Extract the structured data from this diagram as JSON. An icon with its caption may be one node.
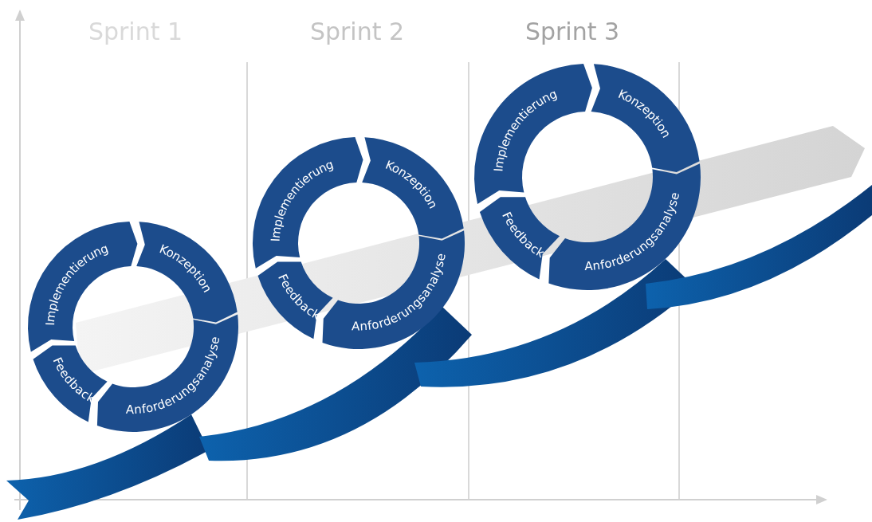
{
  "diagram": {
    "nodes": [
      {
        "text": [
          "Implementierung"
        ]
      },
      {
        "text": [
          "Konzeption"
        ]
      },
      {
        "text": [
          "Feedback"
        ]
      },
      {
        "text": [
          "Anforderungsanalyse"
        ]
      },
      {
        "text": [
          "Implementierung"
        ]
      },
      {
        "text": [
          "Konzeption"
        ]
      },
      {
        "text": [
          "Feedback"
        ]
      },
      {
        "text": [
          "Anforderungsanalyse"
        ]
      },
      {
        "text": [
          "Implementierung"
        ]
      },
      {
        "text": [
          "Konzeption"
        ]
      },
      {
        "text": [
          "Feedback"
        ]
      },
      {
        "text": [
          "Anforderungsanalyse"
        ]
      }
    ],
    "labels": [
      "Sprint 1",
      "Sprint 2",
      "Sprint 3"
    ]
  }
}
